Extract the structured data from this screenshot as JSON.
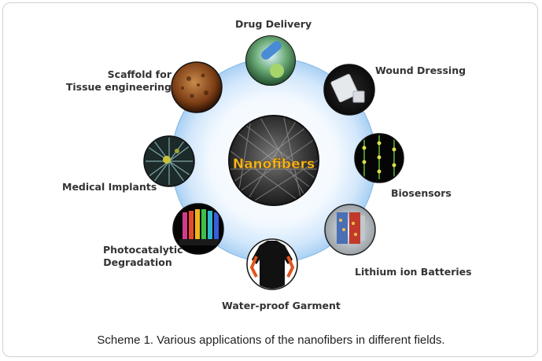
{
  "center": {
    "label": "Nanofibers"
  },
  "applications": [
    {
      "id": "drug-delivery",
      "label": "Drug Delivery"
    },
    {
      "id": "wound-dressing",
      "label": "Wound Dressing"
    },
    {
      "id": "biosensors",
      "label": "Biosensors"
    },
    {
      "id": "lithium-ion-batteries",
      "label": "Lithium ion Batteries"
    },
    {
      "id": "water-proof-garment",
      "label": "Water-proof Garment"
    },
    {
      "id": "photocatalytic-degradation",
      "label_line1": "Photocatalytic",
      "label_line2": "Degradation"
    },
    {
      "id": "medical-implants",
      "label": "Medical Implants"
    },
    {
      "id": "scaffold",
      "label_line1": "Scaffold for",
      "label_line2": "Tissue engineering"
    }
  ],
  "caption": "Scheme 1. Various applications of the nanofibers in different fields.",
  "colors": {
    "ring": "#a8cdf0",
    "ring_border": "#7fb2e0",
    "center_text": "#f5b51e",
    "label": "#333333"
  }
}
